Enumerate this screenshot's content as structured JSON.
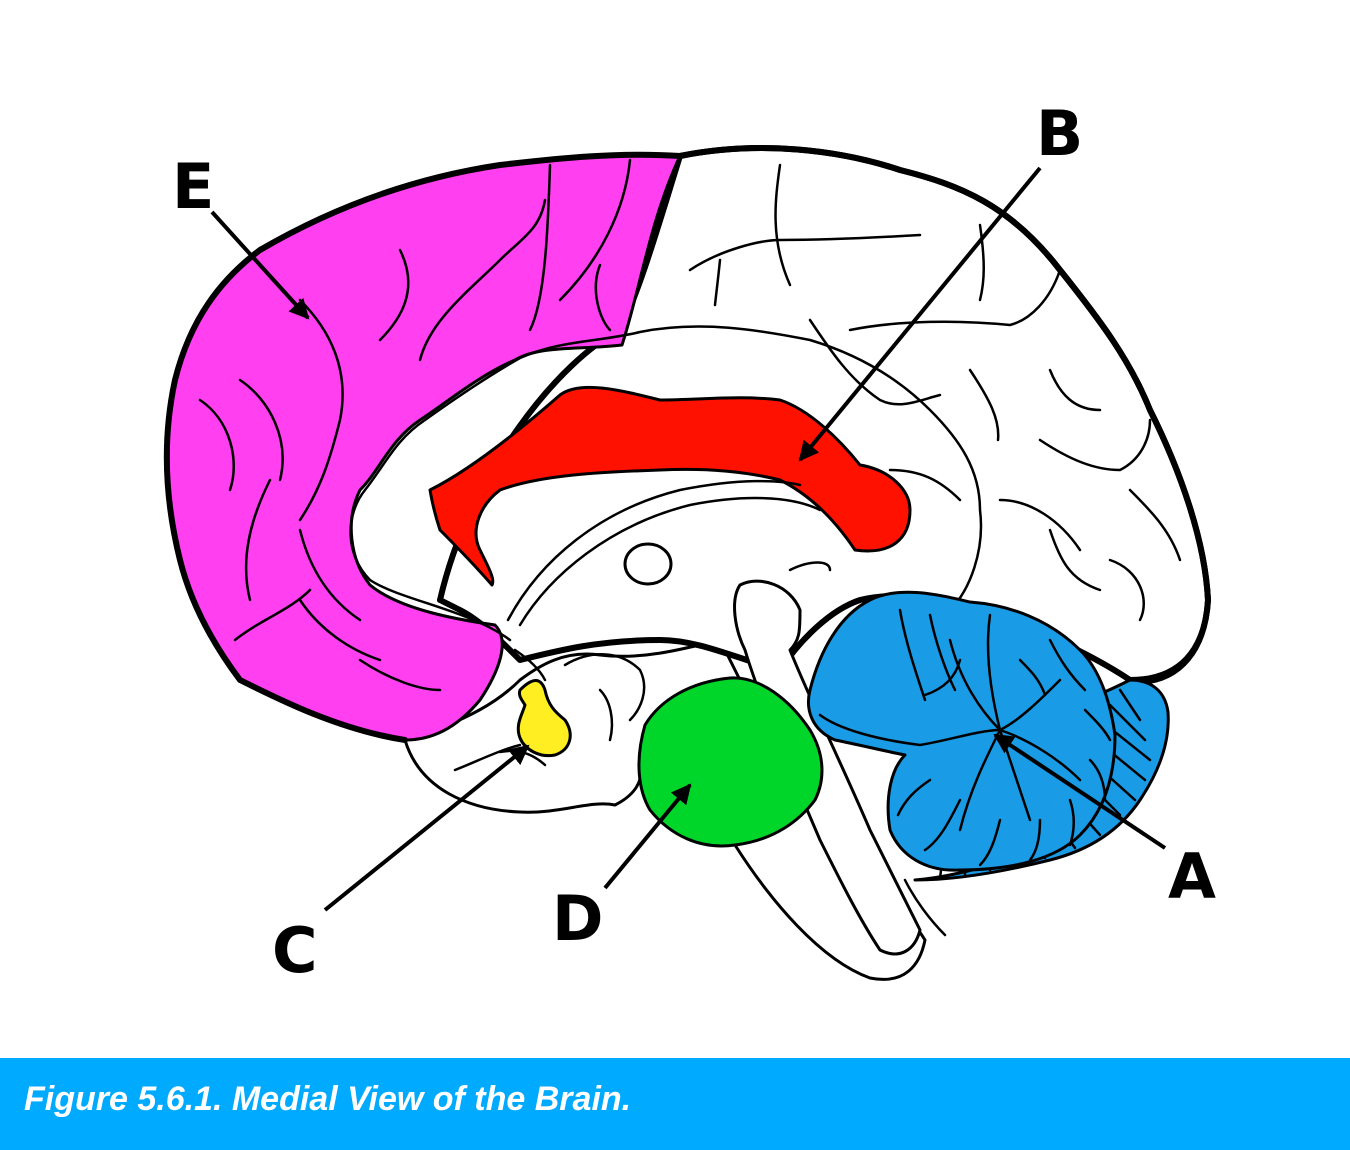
{
  "figure": {
    "caption": "Figure 5.6.1. Medial View of the Brain.",
    "labels": {
      "A": "A",
      "B": "B",
      "C": "C",
      "D": "D",
      "E": "E"
    },
    "colors": {
      "A_cerebellum": "#1a9be6",
      "B_corpus_callosum": "#ff1100",
      "C_pituitary": "#ffee22",
      "D_pons": "#00d62a",
      "E_frontal_lobe": "#ff3ff0",
      "caption_bar": "#00aaff"
    }
  }
}
